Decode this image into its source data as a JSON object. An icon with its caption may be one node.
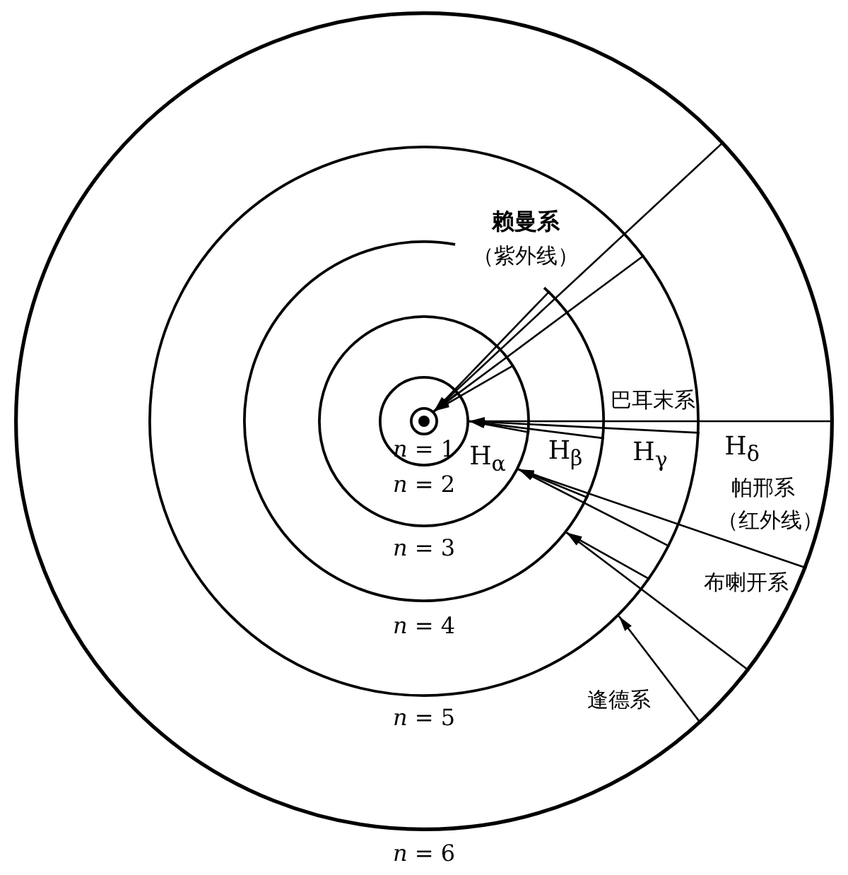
{
  "diagram": {
    "nodes": [
      {
        "text": [
          "*n* = 6"
        ]
      },
      {
        "text": [
          "*n* = 5"
        ],
        "in": 0
      },
      {
        "text": [
          "*n* = 4"
        ],
        "in": 1
      },
      {
        "text": [
          "*n* = 3"
        ],
        "in": 2
      },
      {
        "text": [
          "*n* = 2"
        ],
        "in": 3
      },
      {
        "text": [
          "*n* = 1"
        ],
        "in": 4
      }
    ],
    "edges": [
      {
        "from": 4,
        "to": 5,
        "arrow": "to"
      },
      {
        "from": 3,
        "to": 5,
        "arrow": "to"
      },
      {
        "from": 2,
        "to": 5,
        "arrow": "to"
      },
      {
        "from": 1,
        "to": 5,
        "arrow": "to"
      },
      {
        "from": 0,
        "to": 5,
        "arrow": "to"
      },
      {
        "from": 3,
        "to": 4,
        "arrow": "to",
        "label": "H$_{α}$"
      },
      {
        "from": 2,
        "to": 4,
        "arrow": "to",
        "label": "H$_{β}$"
      },
      {
        "from": 1,
        "to": 4,
        "arrow": "to",
        "label": "H$_{γ}$"
      },
      {
        "from": 0,
        "to": 4,
        "arrow": "to",
        "label": "H$_{δ}$"
      },
      {
        "from": 2,
        "to": 3,
        "arrow": "to"
      },
      {
        "from": 1,
        "to": 3,
        "arrow": "to"
      },
      {
        "from": 0,
        "to": 3,
        "arrow": "to"
      },
      {
        "from": 1,
        "to": 2,
        "arrow": "to"
      },
      {
        "from": 0,
        "to": 2,
        "arrow": "to"
      },
      {
        "from": 0,
        "to": 1,
        "arrow": "to"
      }
    ],
    "labels": [
      "赖曼系",
      "（紫外线）",
      "巴耳末系",
      "帕邢系",
      "（红外线）",
      "布喇开系",
      "逢德系"
    ]
  }
}
